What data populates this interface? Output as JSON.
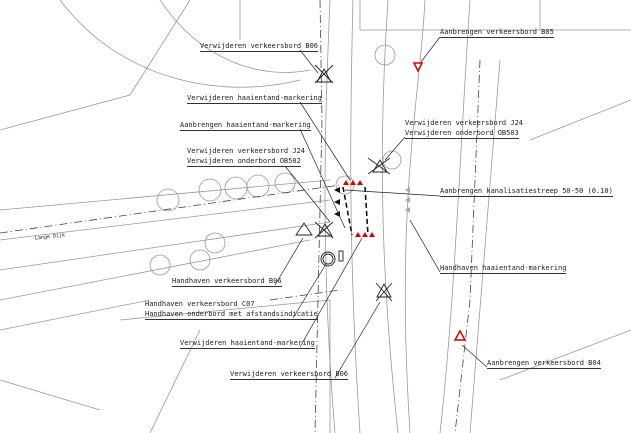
{
  "street_name": "Lange Dijk",
  "annotations": {
    "remove_b06_top": "Verwijderen verkeersbord B06",
    "add_b05": "Aanbrengen verkeersbord B05",
    "remove_shark_teeth_top": "Verwijderen haaientand-markering",
    "add_shark_teeth": "Aanbrengen haaientand-markering",
    "remove_j24_left": [
      "Verwijderen verkeersbord J24",
      "Verwijderen onderbord OB502"
    ],
    "remove_j24_right": [
      "Verwijderen verkeersbord J24",
      "Verwijderen onderbord OB503"
    ],
    "add_channel_stripe": "Aanbrengen kanalisatiestreep 50-50 (0.10)",
    "keep_shark_teeth": "Handhaven haaientand-markering",
    "keep_b06": "Handhaven verkeersbord B06",
    "keep_c07": [
      "Handhaven verkeersbord C07",
      "Handhaven onderbord met afstandsindicatie"
    ],
    "remove_shark_teeth_bottom": "Verwijderen haaientand-markering",
    "remove_b06_bottom": "Verwijderen verkeersbord B06",
    "add_b04": "Aanbrengen verkeersbord B04"
  },
  "colors": {
    "line": "#555555",
    "new_marking": "#e00000",
    "sign_red": "#d40000"
  }
}
